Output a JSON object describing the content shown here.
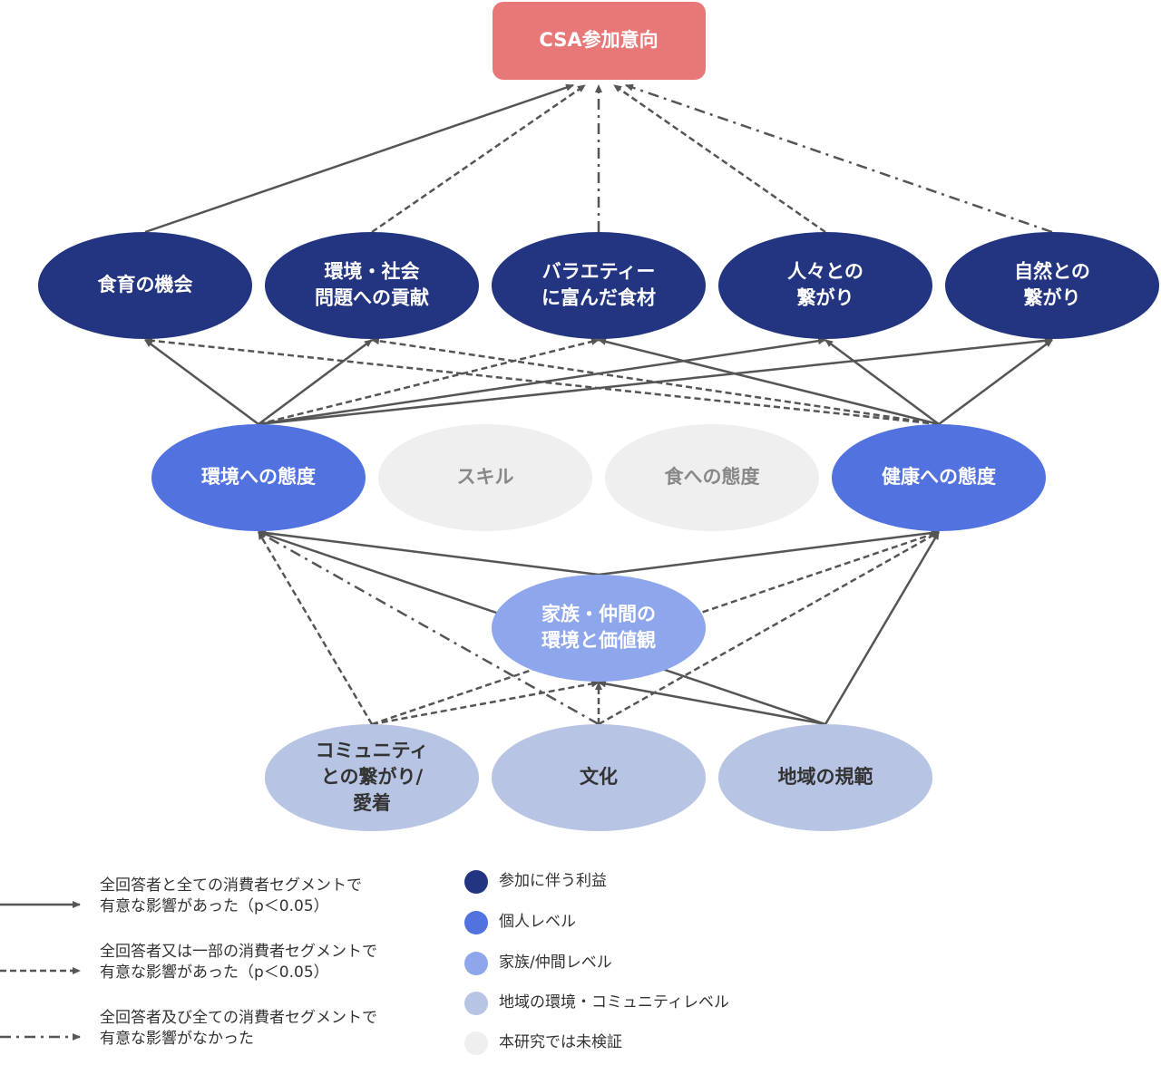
{
  "title": "CSA参加意向",
  "colors": {
    "title_box": "#e87878",
    "benefit": "#233580",
    "individual": "#5272e0",
    "family": "#8ea6ec",
    "community": "#b8c4e4",
    "untested": "#efefef",
    "edge": "#555555"
  },
  "nodes": [
    {
      "id": "food_edu",
      "label": [
        "食育の機会"
      ],
      "level": "benefit"
    },
    {
      "id": "env_social",
      "label": [
        "環境・社会",
        "問題への貢献"
      ],
      "level": "benefit"
    },
    {
      "id": "variety",
      "label": [
        "バラエティー",
        "に富んだ食材"
      ],
      "level": "benefit"
    },
    {
      "id": "people",
      "label": [
        "人々との",
        "繋がり"
      ],
      "level": "benefit"
    },
    {
      "id": "nature",
      "label": [
        "自然との",
        "繋がり"
      ],
      "level": "benefit"
    },
    {
      "id": "env_attitude",
      "label": [
        "環境への態度"
      ],
      "level": "individual"
    },
    {
      "id": "skill",
      "label": [
        "スキル"
      ],
      "level": "untested"
    },
    {
      "id": "food_attitude",
      "label": [
        "食への態度"
      ],
      "level": "untested"
    },
    {
      "id": "health_attitude",
      "label": [
        "健康への態度"
      ],
      "level": "individual"
    },
    {
      "id": "family",
      "label": [
        "家族・仲間の",
        "環境と価値観"
      ],
      "level": "family"
    },
    {
      "id": "community",
      "label": [
        "コミュニティ",
        "との繋がり/",
        "愛着"
      ],
      "level": "community"
    },
    {
      "id": "culture",
      "label": [
        "文化"
      ],
      "level": "community"
    },
    {
      "id": "norms",
      "label": [
        "地域の規範"
      ],
      "level": "community"
    }
  ],
  "edges": [
    {
      "from": "food_edu",
      "to": "csa",
      "type": "solid"
    },
    {
      "from": "env_social",
      "to": "csa",
      "type": "dashed"
    },
    {
      "from": "variety",
      "to": "csa",
      "type": "dashdot"
    },
    {
      "from": "people",
      "to": "csa",
      "type": "dashed"
    },
    {
      "from": "nature",
      "to": "csa",
      "type": "dashdot"
    },
    {
      "from": "env_attitude",
      "to": "food_edu",
      "type": "solid"
    },
    {
      "from": "env_attitude",
      "to": "env_social",
      "type": "solid"
    },
    {
      "from": "env_attitude",
      "to": "variety",
      "type": "dashed"
    },
    {
      "from": "env_attitude",
      "to": "people",
      "type": "solid"
    },
    {
      "from": "env_attitude",
      "to": "nature",
      "type": "solid"
    },
    {
      "from": "health_attitude",
      "to": "food_edu",
      "type": "dashed"
    },
    {
      "from": "health_attitude",
      "to": "env_social",
      "type": "dashed"
    },
    {
      "from": "health_attitude",
      "to": "variety",
      "type": "solid"
    },
    {
      "from": "health_attitude",
      "to": "people",
      "type": "solid"
    },
    {
      "from": "health_attitude",
      "to": "nature",
      "type": "solid"
    },
    {
      "from": "family",
      "to": "env_attitude",
      "type": "solid"
    },
    {
      "from": "family",
      "to": "health_attitude",
      "type": "solid"
    },
    {
      "from": "community",
      "to": "env_attitude",
      "type": "dashed"
    },
    {
      "from": "community",
      "to": "family",
      "type": "dashed"
    },
    {
      "from": "community",
      "to": "health_attitude",
      "type": "dashed"
    },
    {
      "from": "culture",
      "to": "env_attitude",
      "type": "dashdot"
    },
    {
      "from": "culture",
      "to": "family",
      "type": "dashed"
    },
    {
      "from": "culture",
      "to": "health_attitude",
      "type": "dashed"
    },
    {
      "from": "norms",
      "to": "env_attitude",
      "type": "solid"
    },
    {
      "from": "norms",
      "to": "family",
      "type": "solid"
    },
    {
      "from": "norms",
      "to": "health_attitude",
      "type": "solid"
    }
  ],
  "legend": {
    "edges": [
      {
        "type": "solid",
        "line1": "全回答者と全ての消費者セグメントで",
        "line2": "有意な影響があった（p＜0.05）"
      },
      {
        "type": "dashed",
        "line1": "全回答者又は一部の消費者セグメントで",
        "line2": "有意な影響があった（p＜0.05）"
      },
      {
        "type": "dashdot",
        "line1": "全回答者及び全ての消費者セグメントで",
        "line2": "有意な影響がなかった"
      }
    ],
    "levels": [
      {
        "level": "benefit",
        "label": "参加に伴う利益"
      },
      {
        "level": "individual",
        "label": "個人レベル"
      },
      {
        "level": "family",
        "label": "家族/仲間レベル"
      },
      {
        "level": "community",
        "label": "地域の環境・コミュニティレベル"
      },
      {
        "level": "untested",
        "label": "本研究では未検証"
      }
    ]
  }
}
